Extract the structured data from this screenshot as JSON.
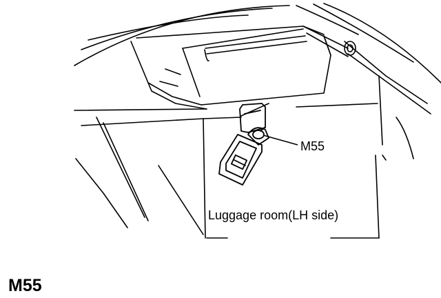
{
  "callout": {
    "connector_label": "M55",
    "location_caption": "Luggage room(LH side)"
  },
  "footer": {
    "connector_code": "M55"
  },
  "colors": {
    "ink": "#000000",
    "background": "#ffffff"
  }
}
